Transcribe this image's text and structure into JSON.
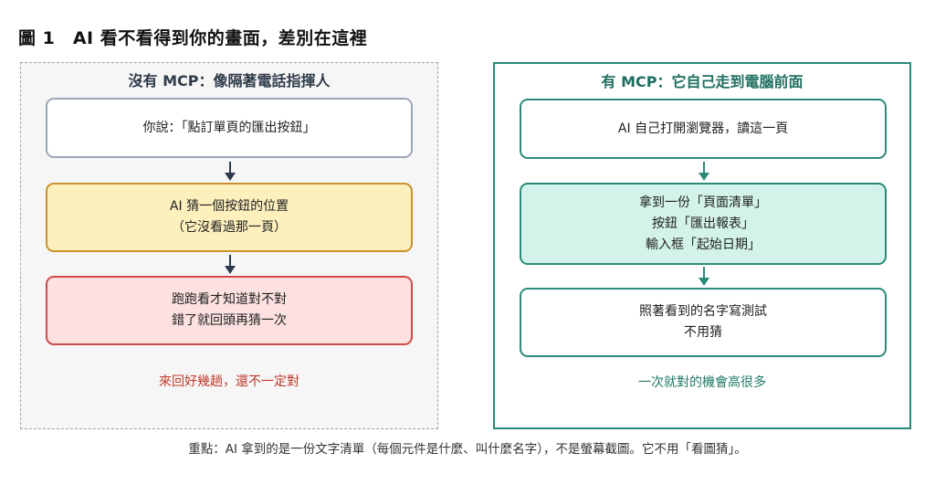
{
  "figure": {
    "title": "圖 1　AI 看不看得到你的畫面，差別在這裡",
    "caption": "重點：AI 拿到的是一份文字清單（每個元件是什麼、叫什麼名字），不是螢幕截圖。它不用「看圖猜」。"
  },
  "left_panel": {
    "title": "沒有 MCP：像隔著電話指揮人",
    "steps": [
      {
        "lines": [
          "你說：「點訂單頁的匯出按鈕」"
        ]
      },
      {
        "lines": [
          "AI 猜一個按鈕的位置",
          "（它沒看過那一頁）"
        ]
      },
      {
        "lines": [
          "跑跑看才知道對不對",
          "錯了就回頭再猜一次"
        ]
      }
    ],
    "note": "來回好幾趟，還不一定對"
  },
  "right_panel": {
    "title": "有 MCP：它自己走到電腦前面",
    "steps": [
      {
        "lines": [
          "AI 自己打開瀏覽器，讀這一頁"
        ]
      },
      {
        "lines": [
          "拿到一份「頁面清單」",
          "按鈕「匯出報表」",
          "輸入框「起始日期」"
        ]
      },
      {
        "lines": [
          "照著看到的名字寫測試",
          "不用猜"
        ]
      }
    ],
    "note": "一次就對的機會高很多"
  },
  "colors": {
    "left_arrow": "#2d3a4d",
    "right_arrow": "#2c8a78"
  }
}
